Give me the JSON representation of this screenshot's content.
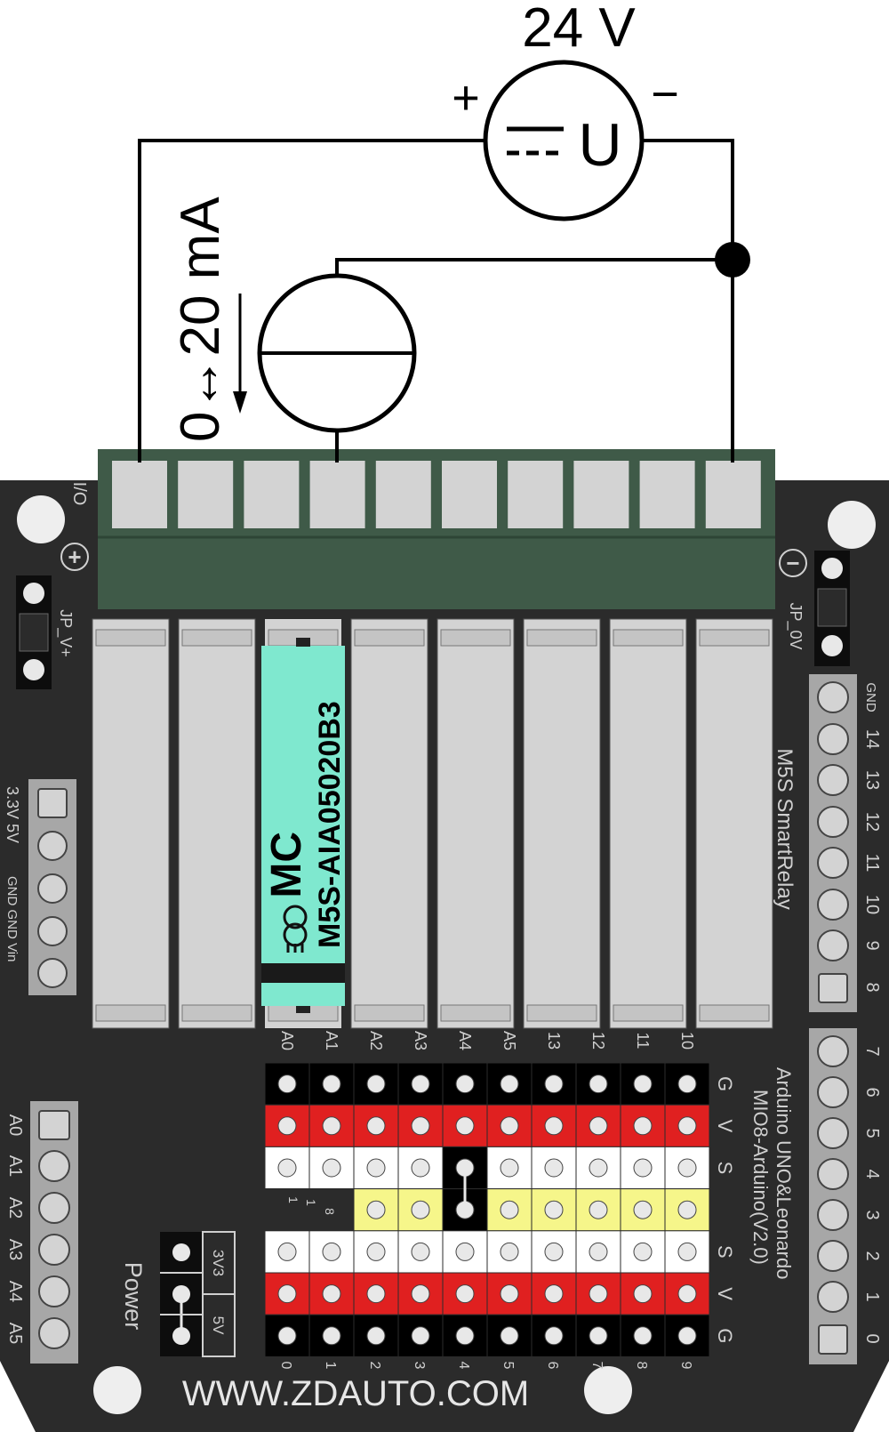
{
  "source": {
    "voltage_label": "24 V",
    "plus": "+",
    "minus": "−",
    "symbol": "U"
  },
  "current_label": "0↔20 mA",
  "terminal_count": 10,
  "board": {
    "io_label": "I/O",
    "plus_sign": "+",
    "minus_sign": "−",
    "jp_vplus": "JP_V+",
    "jp_0v": "JP_0V",
    "power_left_top": "3.3V 5V",
    "power_left_bottom": "GND GND Vin",
    "analog_header": [
      "A0",
      "A1",
      "A2",
      "A3",
      "A4",
      "A5"
    ],
    "relay_name": "M5S SmartRelay",
    "right_upper_pins": [
      "GND",
      "14",
      "13",
      "12",
      "11",
      "10",
      "9",
      "8"
    ],
    "right_lower_pins": [
      "7",
      "6",
      "5",
      "4",
      "3",
      "2",
      "1",
      "0"
    ],
    "arduino_line1": "Arduino UNO&Leonardo",
    "arduino_line2": "MIO8-Arduino(V2.0)",
    "relay_column_labels": [
      "A0",
      "A1",
      "A2",
      "A3",
      "A4",
      "A5",
      "13",
      "12",
      "11",
      "10"
    ],
    "bottom_column_labels": [
      "0",
      "1",
      "2",
      "3",
      "4",
      "5",
      "6",
      "7",
      "8",
      "9"
    ],
    "row_labels_top": [
      "G",
      "V",
      "S"
    ],
    "row_labels_bottom": [
      "S",
      "V",
      "G"
    ],
    "jumper_digits": [
      "1",
      "1",
      "8"
    ],
    "power_label": "Power",
    "power_3v3": "3V3",
    "power_5v": "5V",
    "website": "WWW.ZDAUTO.COM"
  },
  "module": {
    "brand": "MC",
    "part_number": "M5S-AIA05020B3",
    "slot_index": 3
  },
  "colors": {
    "pcb": "#2b2b2b",
    "terminal_block": "#3f5a48",
    "relay": "#d3d3d3",
    "module": "#7fe8cf",
    "row_black": "#000000",
    "row_red": "#e02020",
    "row_white": "#ffffff",
    "row_yellow": "#f6f68a"
  }
}
